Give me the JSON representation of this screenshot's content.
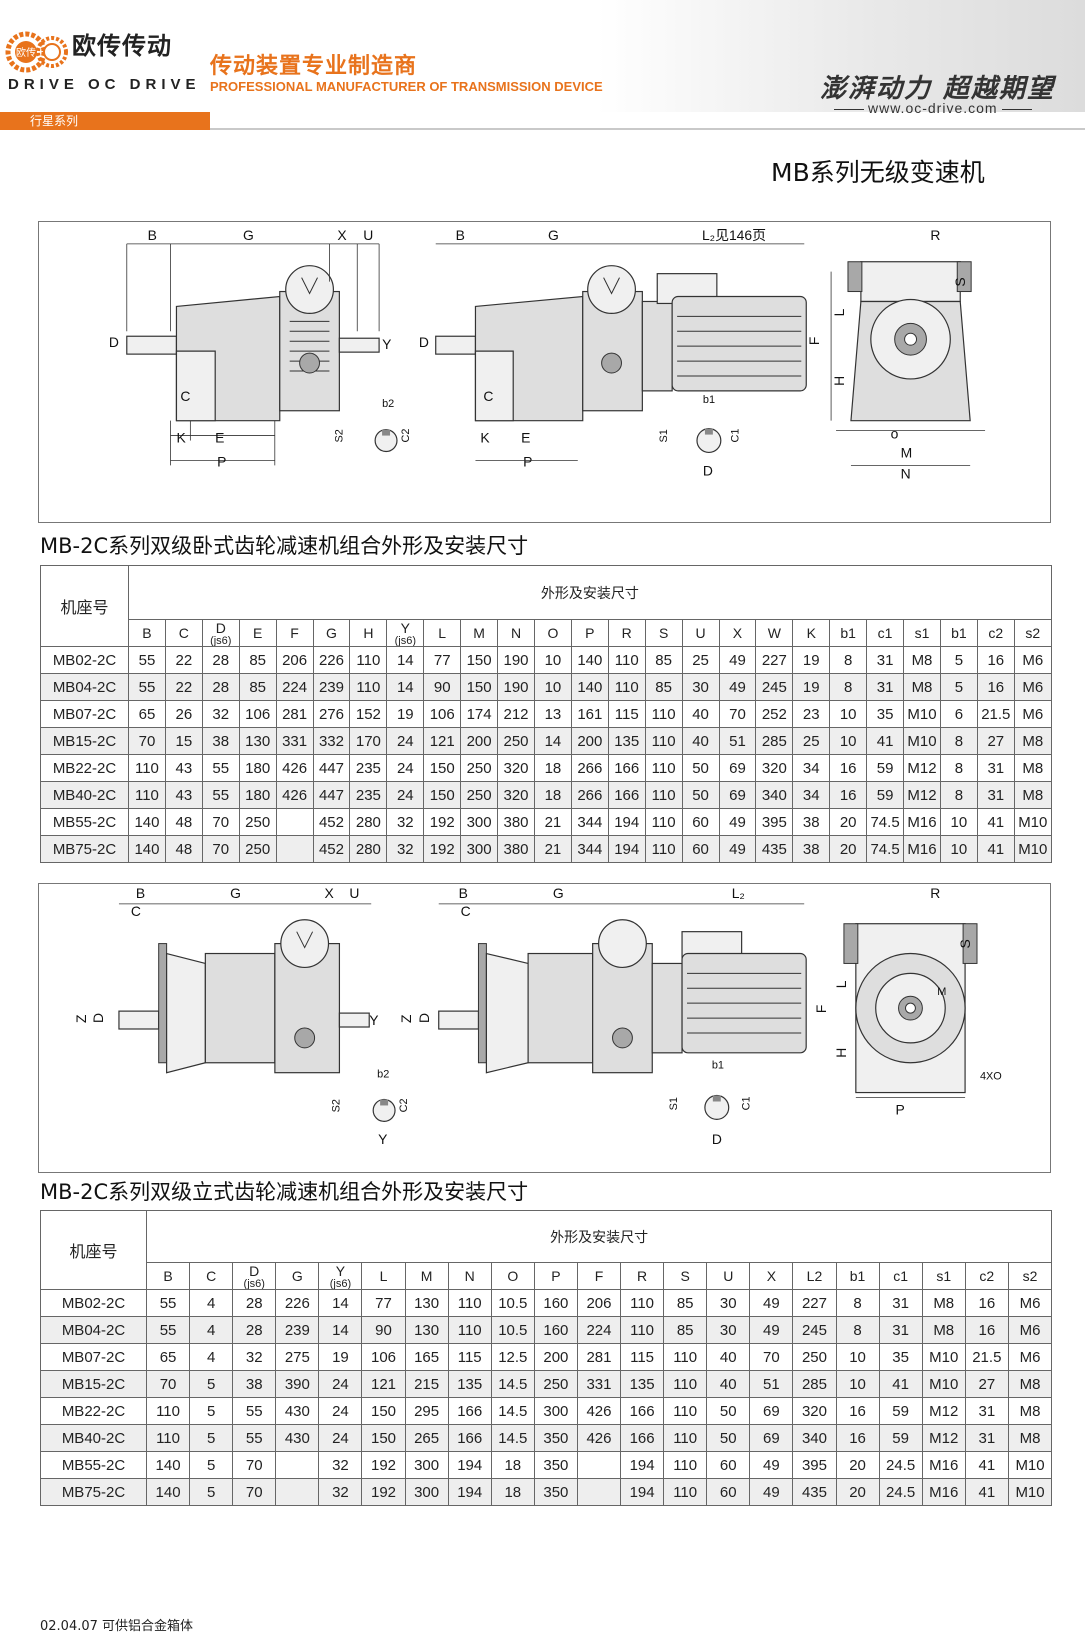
{
  "header": {
    "brand_cn": "欧传传动",
    "brand_en": "DRIVE OC DRIVE",
    "slogan_cn": "传动装置专业制造商",
    "slogan_en": "PROFESSIONAL MANUFACTURER OF TRANSMISSION DEVICE",
    "calligraphy": "澎湃动力 超越期望",
    "website": "www.oc-drive.com",
    "series_tab": "行星系列",
    "logo_text": "欧传",
    "brand_color": "#e8731c"
  },
  "page_title": "MB系列无级变速机",
  "diagram1": {
    "labels": {
      "B": "B",
      "G": "G",
      "X": "X",
      "U": "U",
      "D": "D",
      "Y": "Y",
      "C": "C",
      "K": "K",
      "E": "E",
      "P": "P",
      "b2": "b2",
      "S2": "S2",
      "C2": "C2",
      "L2": "L₂见146页",
      "b1": "b1",
      "S1": "S1",
      "C1": "C1",
      "R": "R",
      "S": "S",
      "F": "F",
      "L": "L",
      "H": "H",
      "O": "o",
      "M": "M",
      "N": "N"
    }
  },
  "section1_title": "MB-2C系列双级卧式齿轮减速机组合外形及安装尺寸",
  "table1": {
    "model_header": "机座号",
    "group_header": "外形及安装尺寸",
    "columns": [
      "B",
      "C",
      "D|(js6)",
      "E",
      "F",
      "G",
      "H",
      "Y|(js6)",
      "L",
      "M",
      "N",
      "O",
      "P",
      "R",
      "S",
      "U",
      "X",
      "W",
      "K",
      "b1",
      "c1",
      "s1",
      "b1",
      "c2",
      "s2"
    ],
    "rows": [
      [
        "MB02-2C",
        "55",
        "22",
        "28",
        "85",
        "206",
        "226",
        "110",
        "14",
        "77",
        "150",
        "190",
        "10",
        "140",
        "110",
        "85",
        "25",
        "49",
        "227",
        "19",
        "8",
        "31",
        "M8",
        "5",
        "16",
        "M6"
      ],
      [
        "MB04-2C",
        "55",
        "22",
        "28",
        "85",
        "224",
        "239",
        "110",
        "14",
        "90",
        "150",
        "190",
        "10",
        "140",
        "110",
        "85",
        "30",
        "49",
        "245",
        "19",
        "8",
        "31",
        "M8",
        "5",
        "16",
        "M6"
      ],
      [
        "MB07-2C",
        "65",
        "26",
        "32",
        "106",
        "281",
        "276",
        "152",
        "19",
        "106",
        "174",
        "212",
        "13",
        "161",
        "115",
        "110",
        "40",
        "70",
        "252",
        "23",
        "10",
        "35",
        "M10",
        "6",
        "21.5",
        "M6"
      ],
      [
        "MB15-2C",
        "70",
        "15",
        "38",
        "130",
        "331",
        "332",
        "170",
        "24",
        "121",
        "200",
        "250",
        "14",
        "200",
        "135",
        "110",
        "40",
        "51",
        "285",
        "25",
        "10",
        "41",
        "M10",
        "8",
        "27",
        "M8"
      ],
      [
        "MB22-2C",
        "110",
        "43",
        "55",
        "180",
        "426",
        "447",
        "235",
        "24",
        "150",
        "250",
        "320",
        "18",
        "266",
        "166",
        "110",
        "50",
        "69",
        "320",
        "34",
        "16",
        "59",
        "M12",
        "8",
        "31",
        "M8"
      ],
      [
        "MB40-2C",
        "110",
        "43",
        "55",
        "180",
        "426",
        "447",
        "235",
        "24",
        "150",
        "250",
        "320",
        "18",
        "266",
        "166",
        "110",
        "50",
        "69",
        "340",
        "34",
        "16",
        "59",
        "M12",
        "8",
        "31",
        "M8"
      ],
      [
        "MB55-2C",
        "140",
        "48",
        "70",
        "250",
        "",
        "452",
        "280",
        "32",
        "192",
        "300",
        "380",
        "21",
        "344",
        "194",
        "110",
        "60",
        "49",
        "395",
        "38",
        "20",
        "74.5",
        "M16",
        "10",
        "41",
        "M10"
      ],
      [
        "MB75-2C",
        "140",
        "48",
        "70",
        "250",
        "",
        "452",
        "280",
        "32",
        "192",
        "300",
        "380",
        "21",
        "344",
        "194",
        "110",
        "60",
        "49",
        "435",
        "38",
        "20",
        "74.5",
        "M16",
        "10",
        "41",
        "M10"
      ]
    ]
  },
  "diagram2": {
    "labels": {
      "B": "B",
      "C": "C",
      "G": "G",
      "X": "X",
      "U": "U",
      "Z": "Z",
      "D": "D",
      "Y": "Y",
      "b2": "b2",
      "S2": "S2",
      "C2": "C2",
      "L2": "L₂",
      "b1": "b1",
      "S1": "S1",
      "C1": "C1",
      "R": "R",
      "S": "S",
      "F": "F",
      "L": "L",
      "H": "H",
      "M": "M",
      "P": "P",
      "holes": "4XO"
    }
  },
  "section2_title": "MB-2C系列双级立式齿轮减速机组合外形及安装尺寸",
  "table2": {
    "model_header": "机座号",
    "group_header": "外形及安装尺寸",
    "columns": [
      "B",
      "C",
      "D|(js6)",
      "G",
      "Y|(js6)",
      "L",
      "M",
      "N",
      "O",
      "P",
      "F",
      "R",
      "S",
      "U",
      "X",
      "L2",
      "b1",
      "c1",
      "s1",
      "c2",
      "s2"
    ],
    "rows": [
      [
        "MB02-2C",
        "55",
        "4",
        "28",
        "226",
        "14",
        "77",
        "130",
        "110",
        "10.5",
        "160",
        "206",
        "110",
        "85",
        "30",
        "49",
        "227",
        "8",
        "31",
        "M8",
        "16",
        "M6"
      ],
      [
        "MB04-2C",
        "55",
        "4",
        "28",
        "239",
        "14",
        "90",
        "130",
        "110",
        "10.5",
        "160",
        "224",
        "110",
        "85",
        "30",
        "49",
        "245",
        "8",
        "31",
        "M8",
        "16",
        "M6"
      ],
      [
        "MB07-2C",
        "65",
        "4",
        "32",
        "275",
        "19",
        "106",
        "165",
        "115",
        "12.5",
        "200",
        "281",
        "115",
        "110",
        "40",
        "70",
        "250",
        "10",
        "35",
        "M10",
        "21.5",
        "M6"
      ],
      [
        "MB15-2C",
        "70",
        "5",
        "38",
        "390",
        "24",
        "121",
        "215",
        "135",
        "14.5",
        "250",
        "331",
        "135",
        "110",
        "40",
        "51",
        "285",
        "10",
        "41",
        "M10",
        "27",
        "M8"
      ],
      [
        "MB22-2C",
        "110",
        "5",
        "55",
        "430",
        "24",
        "150",
        "295",
        "166",
        "14.5",
        "300",
        "426",
        "166",
        "110",
        "50",
        "69",
        "320",
        "16",
        "59",
        "M12",
        "31",
        "M8"
      ],
      [
        "MB40-2C",
        "110",
        "5",
        "55",
        "430",
        "24",
        "150",
        "265",
        "166",
        "14.5",
        "350",
        "426",
        "166",
        "110",
        "50",
        "69",
        "340",
        "16",
        "59",
        "M12",
        "31",
        "M8"
      ],
      [
        "MB55-2C",
        "140",
        "5",
        "70",
        "",
        "32",
        "192",
        "300",
        "194",
        "18",
        "350",
        "",
        "194",
        "110",
        "60",
        "49",
        "395",
        "20",
        "24.5",
        "M16",
        "41",
        "M10"
      ],
      [
        "MB75-2C",
        "140",
        "5",
        "70",
        "",
        "32",
        "192",
        "300",
        "194",
        "18",
        "350",
        "",
        "194",
        "110",
        "60",
        "49",
        "435",
        "20",
        "24.5",
        "M16",
        "41",
        "M10"
      ]
    ]
  },
  "footnote": "02.04.07 可供铝合金箱体"
}
